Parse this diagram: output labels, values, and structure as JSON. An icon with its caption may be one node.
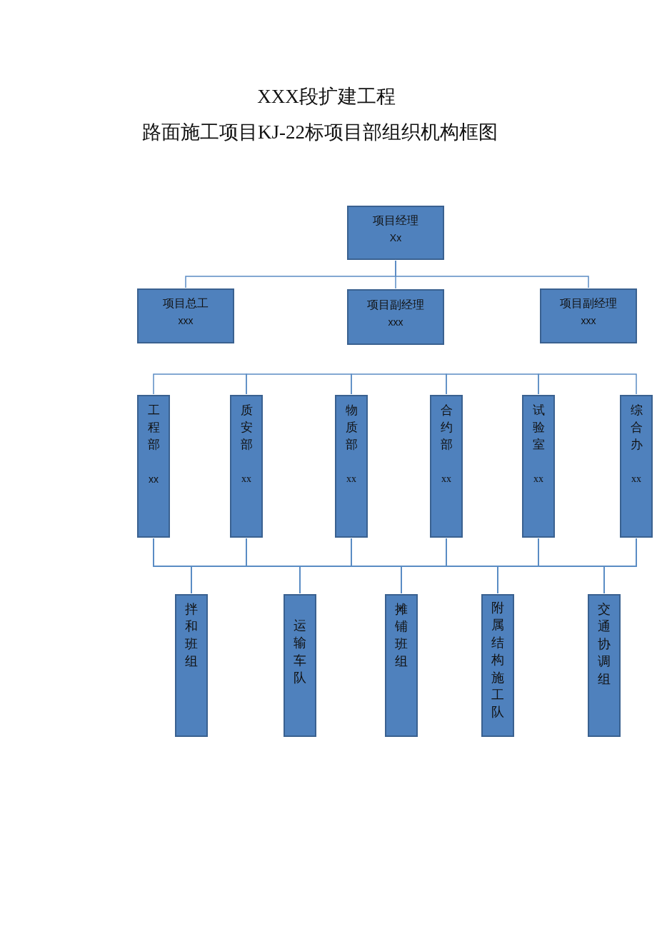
{
  "diagram": {
    "title": "XXX段扩建工程",
    "nodes": [
      {
        "text": [
          "项目经理",
          "Xx"
        ]
      },
      {
        "text": [
          "项目总工",
          "xxx"
        ]
      },
      {
        "text": [
          "项目副经理",
          "xxx"
        ]
      },
      {
        "text": [
          "项目副经理",
          "xxx"
        ]
      },
      {
        "text": [
          "工程部",
          "xx"
        ]
      },
      {
        "text": [
          "质安部",
          "xx"
        ]
      },
      {
        "text": [
          "物质部",
          "xx"
        ]
      },
      {
        "text": [
          "合约部",
          "xx"
        ]
      },
      {
        "text": [
          "试验室",
          "xx"
        ]
      },
      {
        "text": [
          "综合办",
          "xx"
        ]
      },
      {
        "text": [
          "拌和班组"
        ]
      },
      {
        "text": [
          "运输车队"
        ]
      },
      {
        "text": [
          "摊铺班组"
        ]
      },
      {
        "text": [
          "附属结构施工队"
        ]
      },
      {
        "text": [
          "交通协调组"
        ]
      }
    ],
    "edges": [
      {
        "from": 0,
        "to": 1,
        "arrow": "none"
      },
      {
        "from": 0,
        "to": 2,
        "arrow": "none"
      },
      {
        "from": 0,
        "to": 3,
        "arrow": "none"
      },
      {
        "from": 4,
        "to": 5,
        "arrow": "none"
      },
      {
        "from": 5,
        "to": 6,
        "arrow": "none"
      },
      {
        "from": 6,
        "to": 7,
        "arrow": "none"
      },
      {
        "from": 7,
        "to": 8,
        "arrow": "none"
      },
      {
        "from": 8,
        "to": 9,
        "arrow": "none"
      },
      {
        "from": 4,
        "to": 10,
        "arrow": "none"
      },
      {
        "from": 4,
        "to": 11,
        "arrow": "none"
      },
      {
        "from": 4,
        "to": 12,
        "arrow": "none"
      },
      {
        "from": 4,
        "to": 13,
        "arrow": "none"
      },
      {
        "from": 4,
        "to": 14,
        "arrow": "none"
      },
      {
        "from": 5,
        "to": 10,
        "arrow": "none"
      },
      {
        "from": 5,
        "to": 11,
        "arrow": "none"
      },
      {
        "from": 5,
        "to": 12,
        "arrow": "none"
      },
      {
        "from": 5,
        "to": 13,
        "arrow": "none"
      },
      {
        "from": 5,
        "to": 14,
        "arrow": "none"
      },
      {
        "from": 6,
        "to": 10,
        "arrow": "none"
      },
      {
        "from": 6,
        "to": 11,
        "arrow": "none"
      },
      {
        "from": 6,
        "to": 12,
        "arrow": "none"
      },
      {
        "from": 6,
        "to": 13,
        "arrow": "none"
      },
      {
        "from": 6,
        "to": 14,
        "arrow": "none"
      },
      {
        "from": 7,
        "to": 10,
        "arrow": "none"
      },
      {
        "from": 7,
        "to": 11,
        "arrow": "none"
      },
      {
        "from": 7,
        "to": 12,
        "arrow": "none"
      },
      {
        "from": 7,
        "to": 13,
        "arrow": "none"
      },
      {
        "from": 7,
        "to": 14,
        "arrow": "none"
      },
      {
        "from": 8,
        "to": 10,
        "arrow": "none"
      },
      {
        "from": 8,
        "to": 11,
        "arrow": "none"
      },
      {
        "from": 8,
        "to": 12,
        "arrow": "none"
      },
      {
        "from": 8,
        "to": 13,
        "arrow": "none"
      },
      {
        "from": 8,
        "to": 14,
        "arrow": "none"
      },
      {
        "from": 9,
        "to": 10,
        "arrow": "none"
      },
      {
        "from": 9,
        "to": 11,
        "arrow": "none"
      },
      {
        "from": 9,
        "to": 12,
        "arrow": "none"
      },
      {
        "from": 9,
        "to": 13,
        "arrow": "none"
      },
      {
        "from": 9,
        "to": 14,
        "arrow": "none"
      }
    ],
    "labels": [
      "路面施工项目KJ-22标项目部组织机构框图"
    ]
  }
}
